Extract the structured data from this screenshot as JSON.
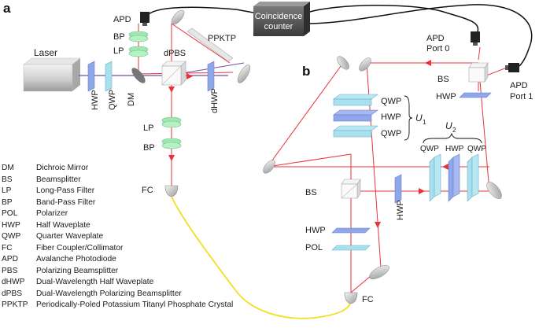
{
  "panels": {
    "a": "a",
    "b": "b"
  },
  "labels_a": {
    "laser": "Laser",
    "apd": "APD",
    "coincidence_line1": "Coincidence",
    "coincidence_line2": "counter",
    "bp_top": "BP",
    "lp_top": "LP",
    "dpbs": "dPBS",
    "ppktp": "PPKTP",
    "hwp": "HWP",
    "qwp": "QWP",
    "dm": "DM",
    "dhwp": "dHWP",
    "lp_bottom": "LP",
    "bp_bottom": "BP",
    "fc": "FC"
  },
  "labels_b": {
    "apd_port0_line1": "APD",
    "apd_port0_line2": "Port 0",
    "apd_port1_line1": "APD",
    "apd_port1_line2": "Port 1",
    "bs_top": "BS",
    "hwp_top": "HWP",
    "u1_qwp1": "QWP",
    "u1_hwp": "HWP",
    "u1_qwp2": "QWP",
    "u1": "U",
    "u1_sub": "1",
    "u2": "U",
    "u2_sub": "2",
    "u2_qwp1": "QWP",
    "u2_hwp": "HWP",
    "u2_qwp2": "QWP",
    "bs_left": "BS",
    "hwp_mid": "HWP",
    "hwp_left": "HWP",
    "pol": "POL",
    "fc": "FC"
  },
  "legend": [
    {
      "abbr": "DM",
      "meaning": "Dichroic Mirror"
    },
    {
      "abbr": "BS",
      "meaning": "Beamsplitter"
    },
    {
      "abbr": "LP",
      "meaning": "Long-Pass Filter"
    },
    {
      "abbr": "BP",
      "meaning": "Band-Pass Filter"
    },
    {
      "abbr": "POL",
      "meaning": "Polarizer"
    },
    {
      "abbr": "HWP",
      "meaning": "Half Waveplate"
    },
    {
      "abbr": "QWP",
      "meaning": "Quarter Waveplate"
    },
    {
      "abbr": "FC",
      "meaning": "Fiber Coupler/Collimator"
    },
    {
      "abbr": "APD",
      "meaning": "Avalanche Photodiode"
    },
    {
      "abbr": "PBS",
      "meaning": "Polarizing Beamsplitter"
    },
    {
      "abbr": "dHWP",
      "meaning": "Dual-Wavelength Half Waveplate"
    },
    {
      "abbr": "dPBS",
      "meaning": "Dual-Wavelength Polarizing Beamsplitter"
    },
    {
      "abbr": "PPKTP",
      "meaning": "Periodically-Poled Potassium Titanyl Phosphate Crystal"
    }
  ],
  "colors": {
    "beam_red": "#e8323a",
    "pump_purple": "#7a4aa0",
    "fiber_yellow": "#f0e020",
    "waveplate_blue": "#8fa6e8",
    "filter_green": "#9ee8b0",
    "cable_black": "#111111"
  }
}
